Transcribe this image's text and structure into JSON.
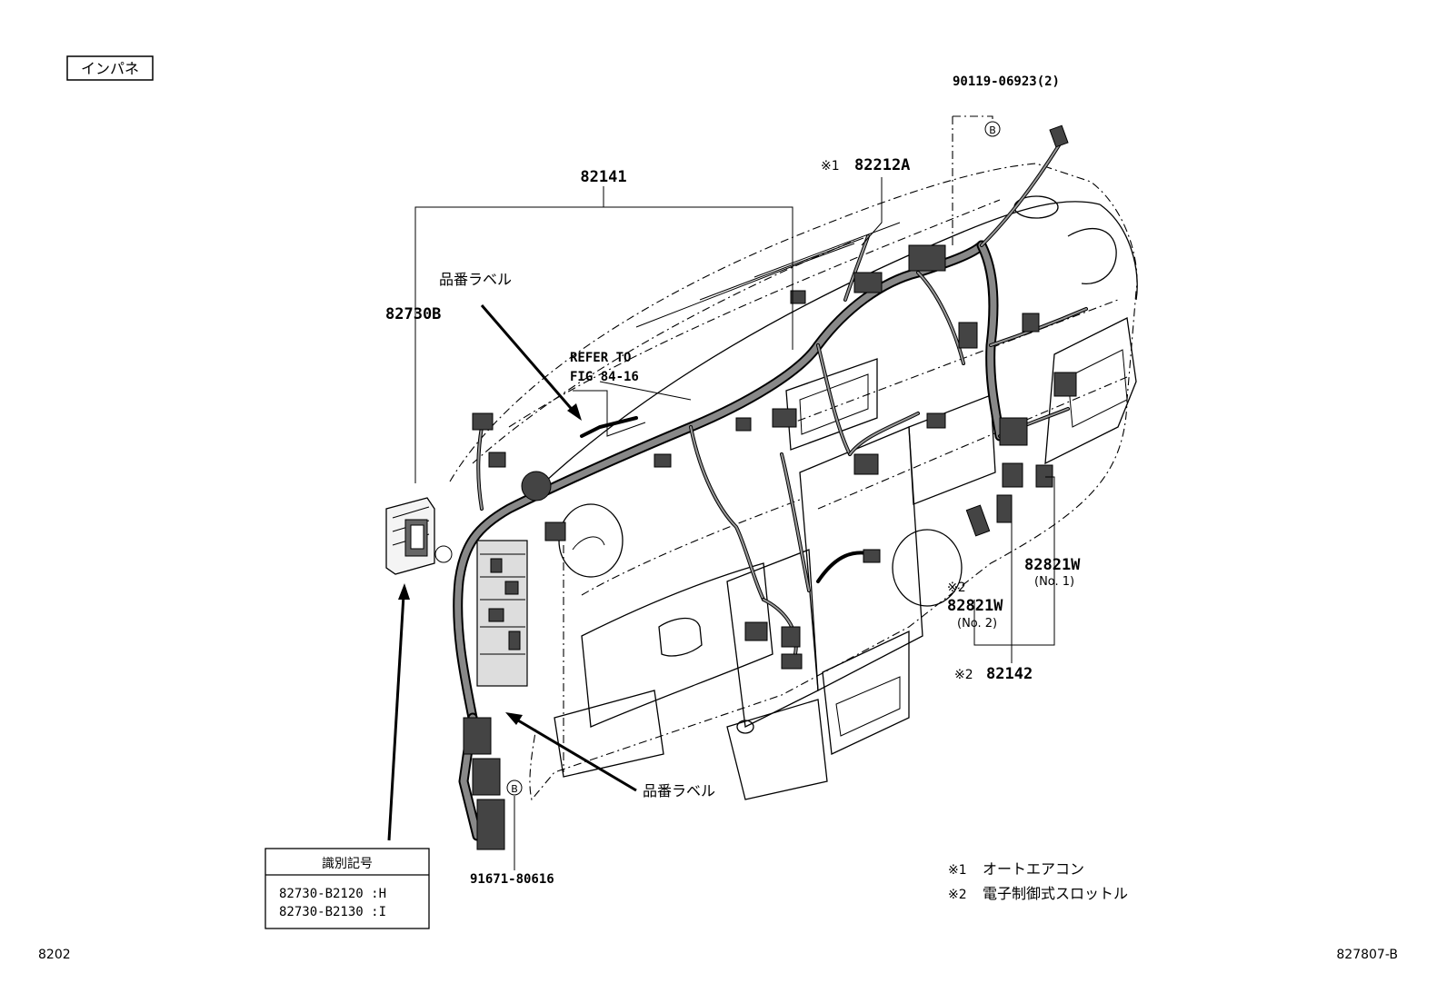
{
  "header": {
    "section_label": "インパネ"
  },
  "parts": {
    "bolt": "90119-06923(2)",
    "main_harness": "82141",
    "aircon_wire": "82212A",
    "aircon_mark": "※1",
    "block": "82730B",
    "refer_line1": "REFER TO",
    "refer_line2": "FIG 84-16",
    "label_top": "品番ラベル",
    "label_bottom": "品番ラベル",
    "wire_no1": "82821W",
    "wire_no1_sub": "(No. 1)",
    "wire_no2_mark": "※2",
    "wire_no2": "82821W",
    "wire_no2_sub": "(No. 2)",
    "throttle_mark": "※2",
    "throttle_wire": "82142",
    "clamp": "91671-80616",
    "ref_b": "B"
  },
  "id_table": {
    "title": "識別記号",
    "rows": [
      "82730-B2120 :H",
      "82730-B2130 :I"
    ]
  },
  "legend": [
    {
      "mark": "※1",
      "text": "オートエアコン"
    },
    {
      "mark": "※2",
      "text": "電子制御式スロットル"
    }
  ],
  "footer": {
    "page_left": "8202",
    "page_right": "827807-B"
  }
}
